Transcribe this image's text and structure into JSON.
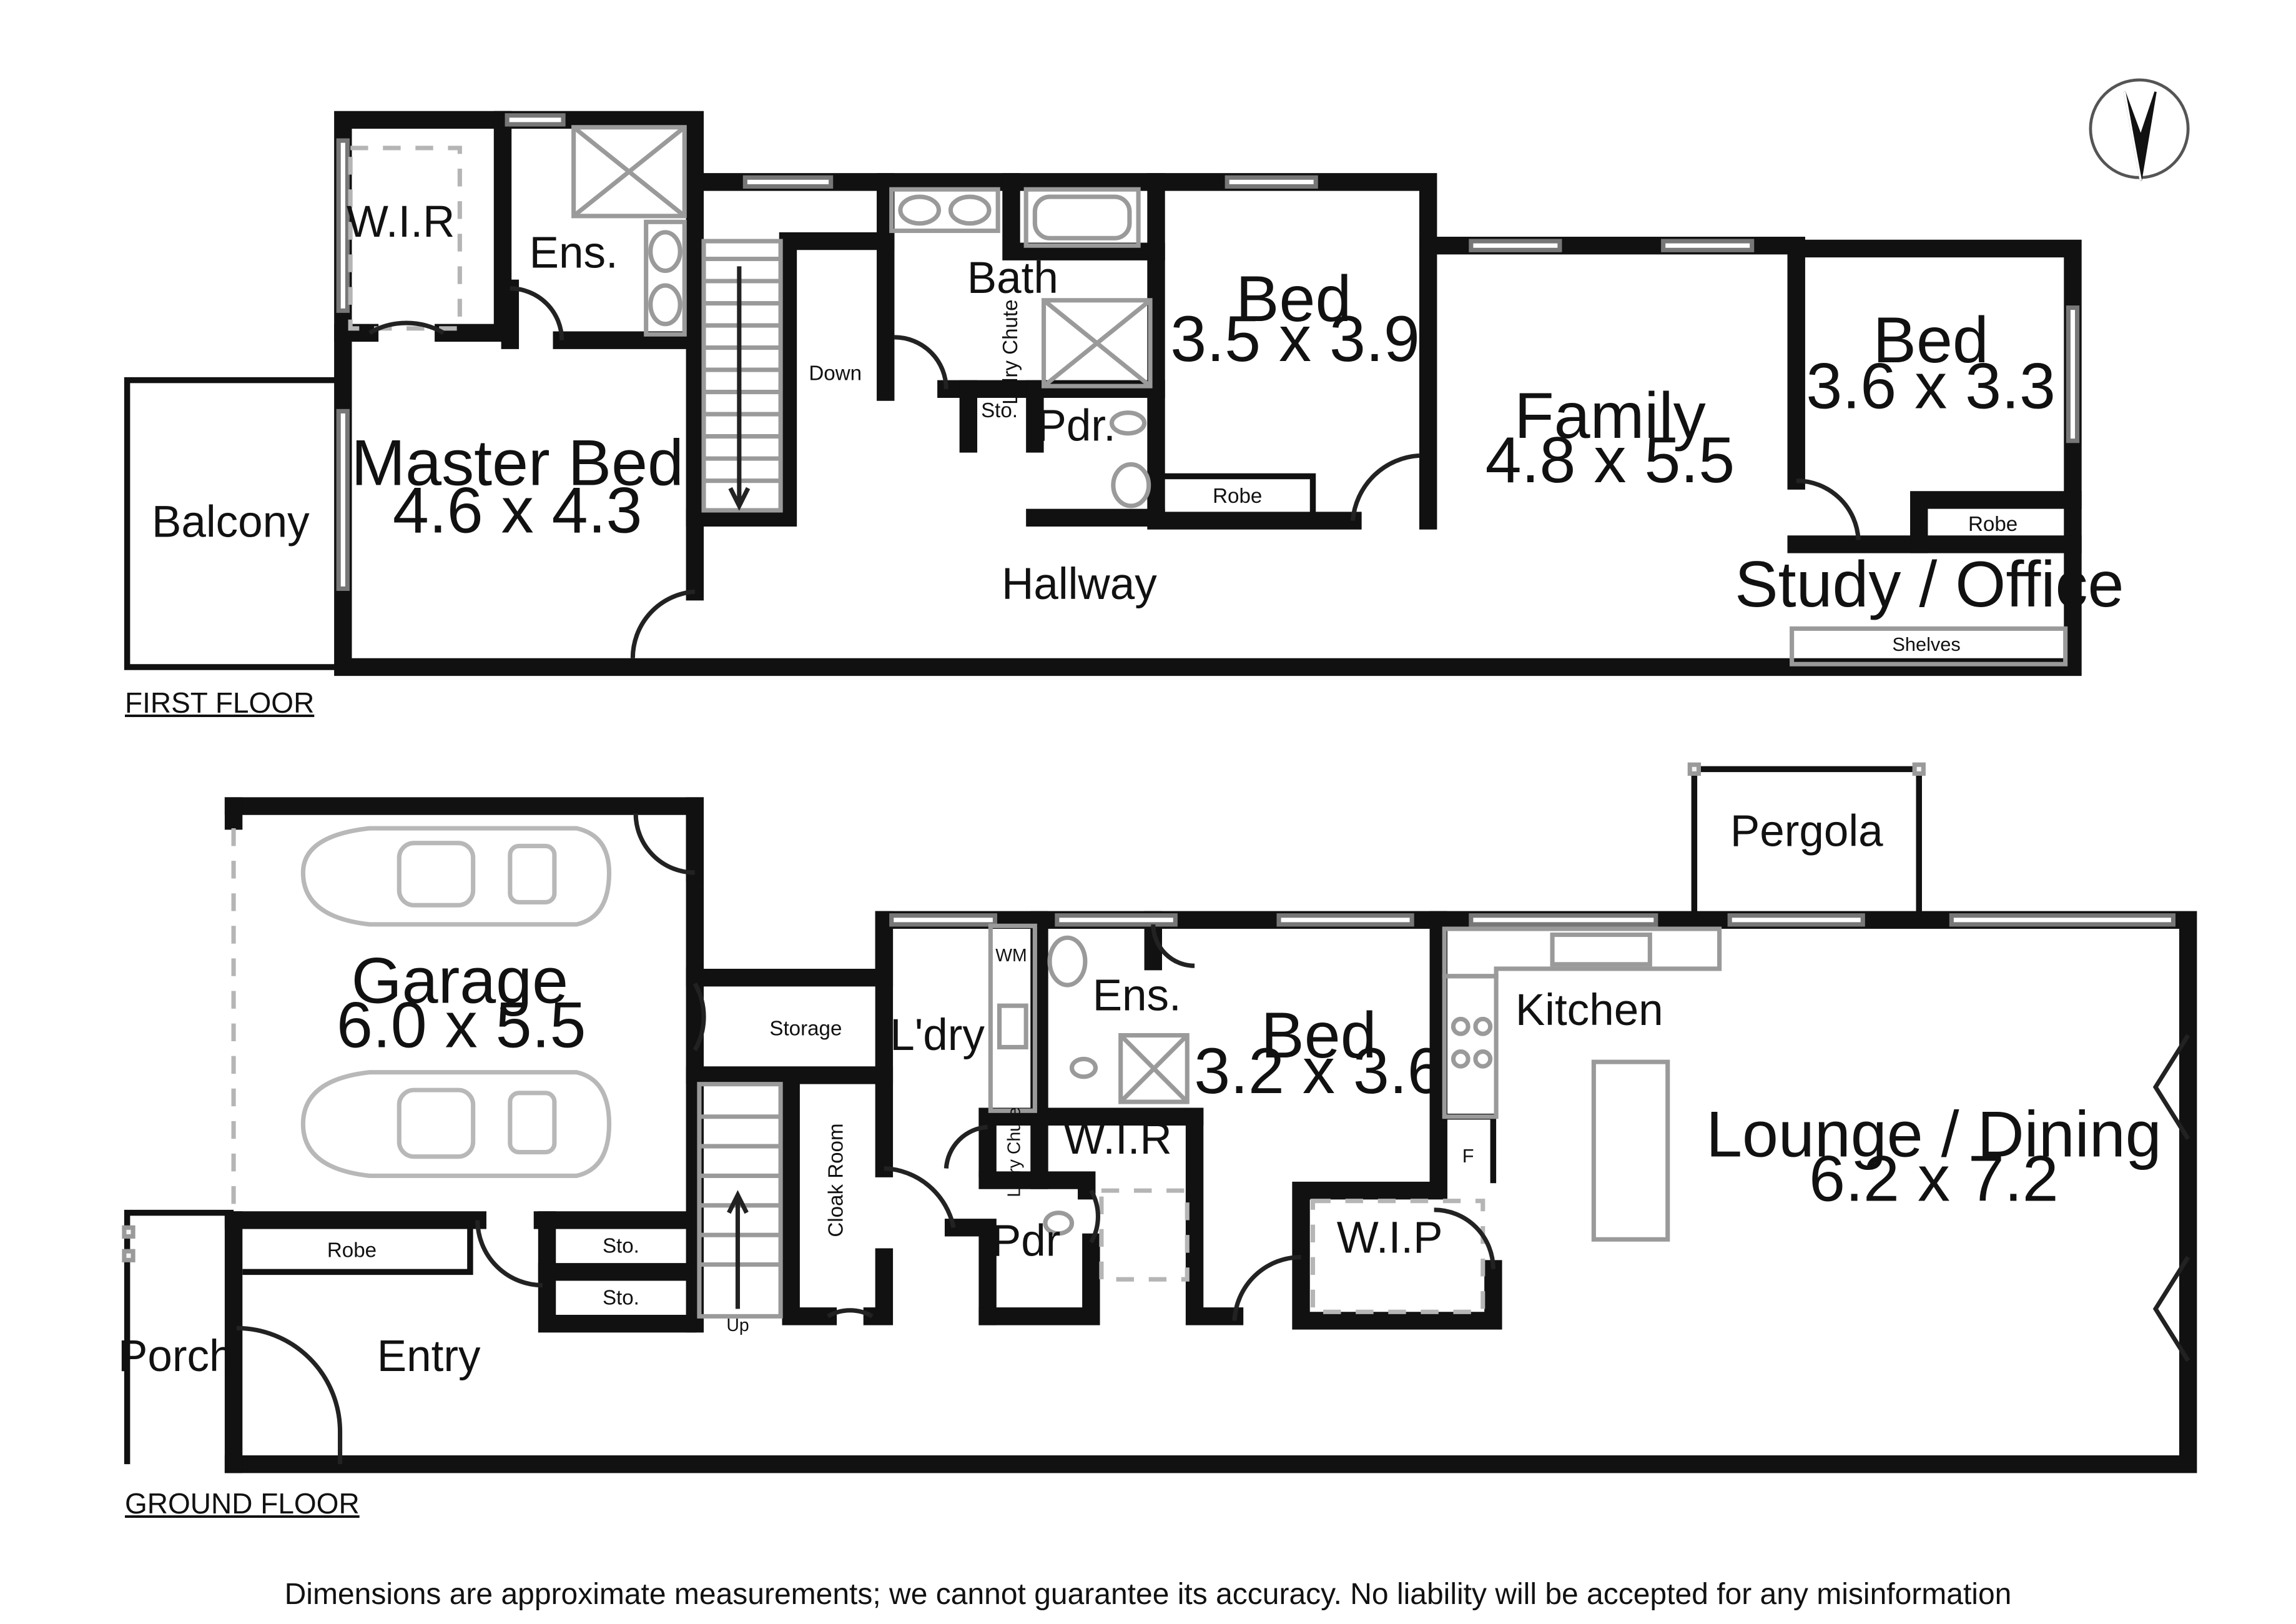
{
  "floors": {
    "first": {
      "title": "FIRST FLOOR",
      "rooms": {
        "wir": "W.I.R",
        "ensuite": "Ens.",
        "balcony": "Balcony",
        "master_bed_name": "Master Bed",
        "master_bed_size": "4.6 x 4.3",
        "stairs_down": "Down",
        "bath": "Bath",
        "laundry_chute": "L'dry Chute",
        "storage": "Sto.",
        "powder": "Pdr.",
        "bed2_name": "Bed",
        "bed2_size": "3.5 x 3.9",
        "bed2_robe": "Robe",
        "family_name": "Family",
        "family_size": "4.8 x 5.5",
        "bed3_name": "Bed",
        "bed3_size": "3.6 x 3.3",
        "bed3_robe": "Robe",
        "study": "Study / Office",
        "shelves": "Shelves",
        "hallway": "Hallway"
      }
    },
    "ground": {
      "title": "GROUND FLOOR",
      "rooms": {
        "garage_name": "Garage",
        "garage_size": "6.0 x 5.5",
        "storage": "Storage",
        "laundry": "L'dry",
        "wm": "WM",
        "cloak_room": "Cloak Room",
        "ensuite": "Ens.",
        "wir": "W.I.R",
        "laundry_chute": "L'dry Chute",
        "powder": "Pdr",
        "bed_name": "Bed",
        "bed_size": "3.2 x 3.6",
        "pergola": "Pergola",
        "kitchen": "Kitchen",
        "fridge": "F",
        "wip": "W.I.P",
        "lounge_name": "Lounge / Dining",
        "lounge_size": "6.2 x 7.2",
        "robe": "Robe",
        "sto1": "Sto.",
        "sto2": "Sto.",
        "stairs_up": "Up",
        "porch": "Porch",
        "entry": "Entry"
      }
    }
  },
  "compass": "north-arrow",
  "disclaimer": "Dimensions are approximate measurements; we cannot guarantee its accuracy. No liability will be accepted for any misinformation"
}
